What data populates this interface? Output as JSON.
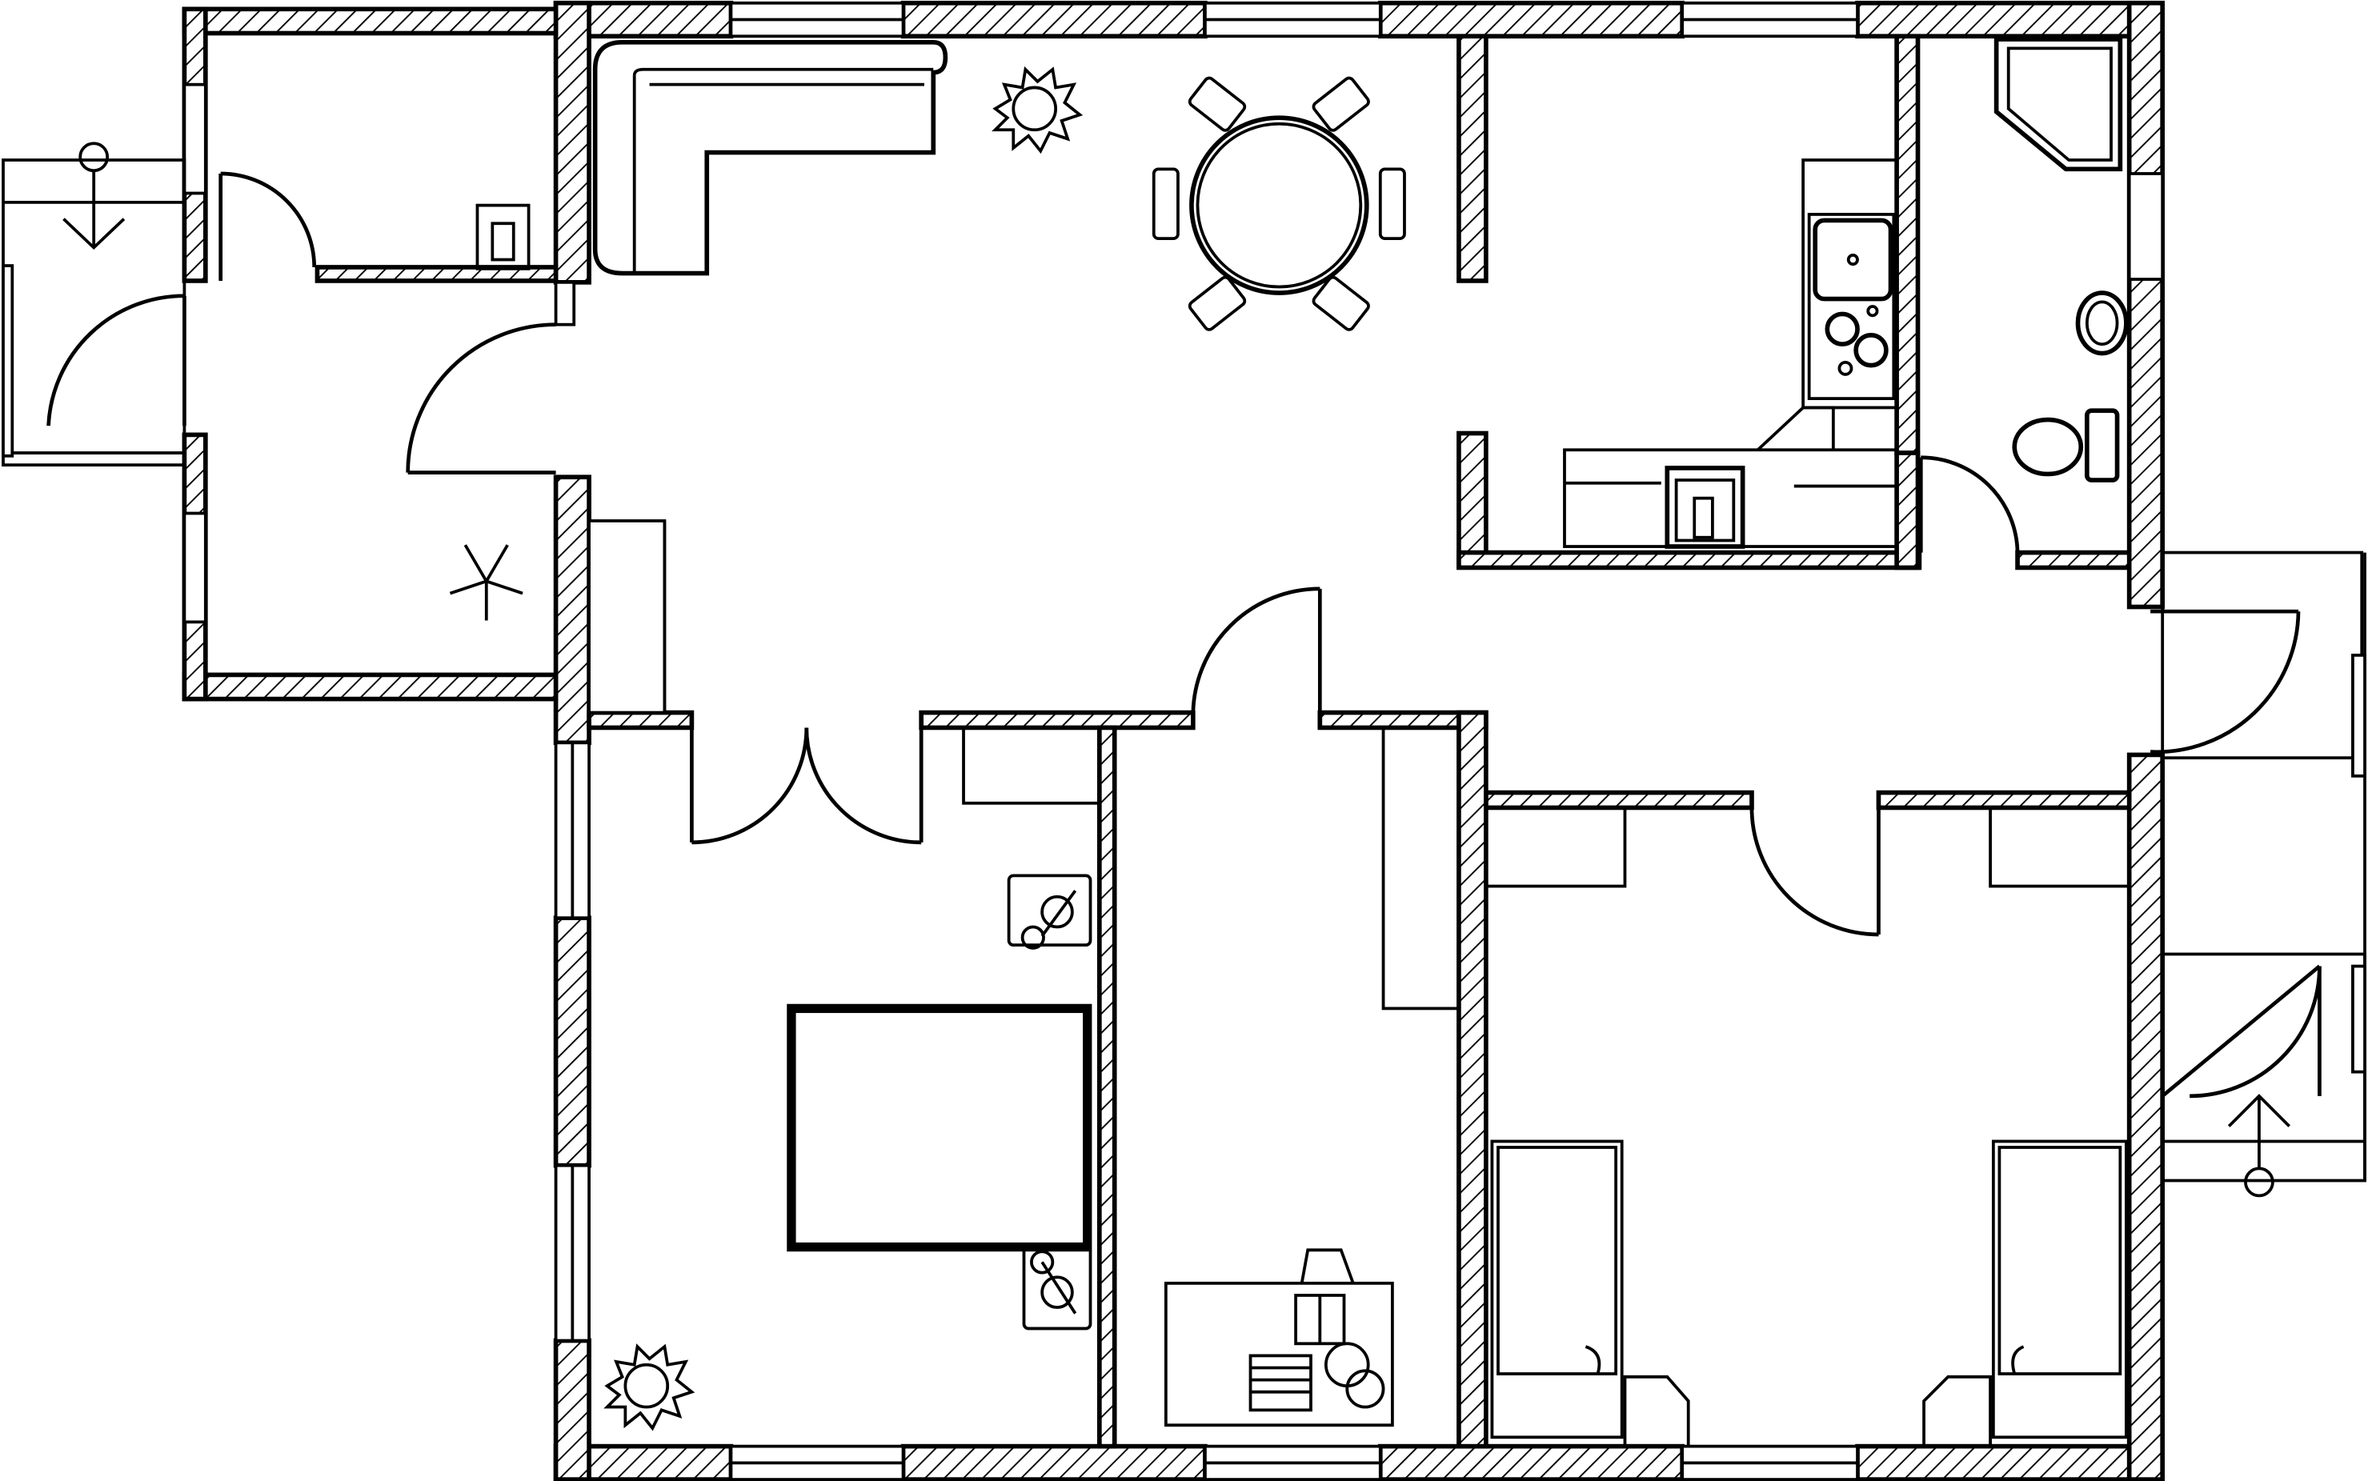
{
  "drawing": {
    "kind": "floor-plan",
    "style": "black line art on white, hatched exterior walls",
    "colors": {
      "line": "#000000",
      "background": "#ffffff"
    },
    "rooms": [
      "entry-vestibule",
      "living-dining",
      "kitchen",
      "bathroom",
      "master-bedroom",
      "study",
      "kids-bedroom",
      "corridor"
    ],
    "furniture": [
      "l-shaped-sofa",
      "round-dining-table",
      "dining-chair",
      "kitchen-sink",
      "stove",
      "bathroom-sink",
      "toilet",
      "corner-shower",
      "double-bed",
      "nightstand",
      "desk",
      "office-chair",
      "double-bed-left",
      "single-bed-right",
      "wardrobe",
      "potted-plant",
      "ceiling-fan"
    ],
    "icons": [
      "entrance-arrow-icon",
      "door-swing-arc",
      "plant-icon",
      "ceiling-fan-icon"
    ]
  }
}
